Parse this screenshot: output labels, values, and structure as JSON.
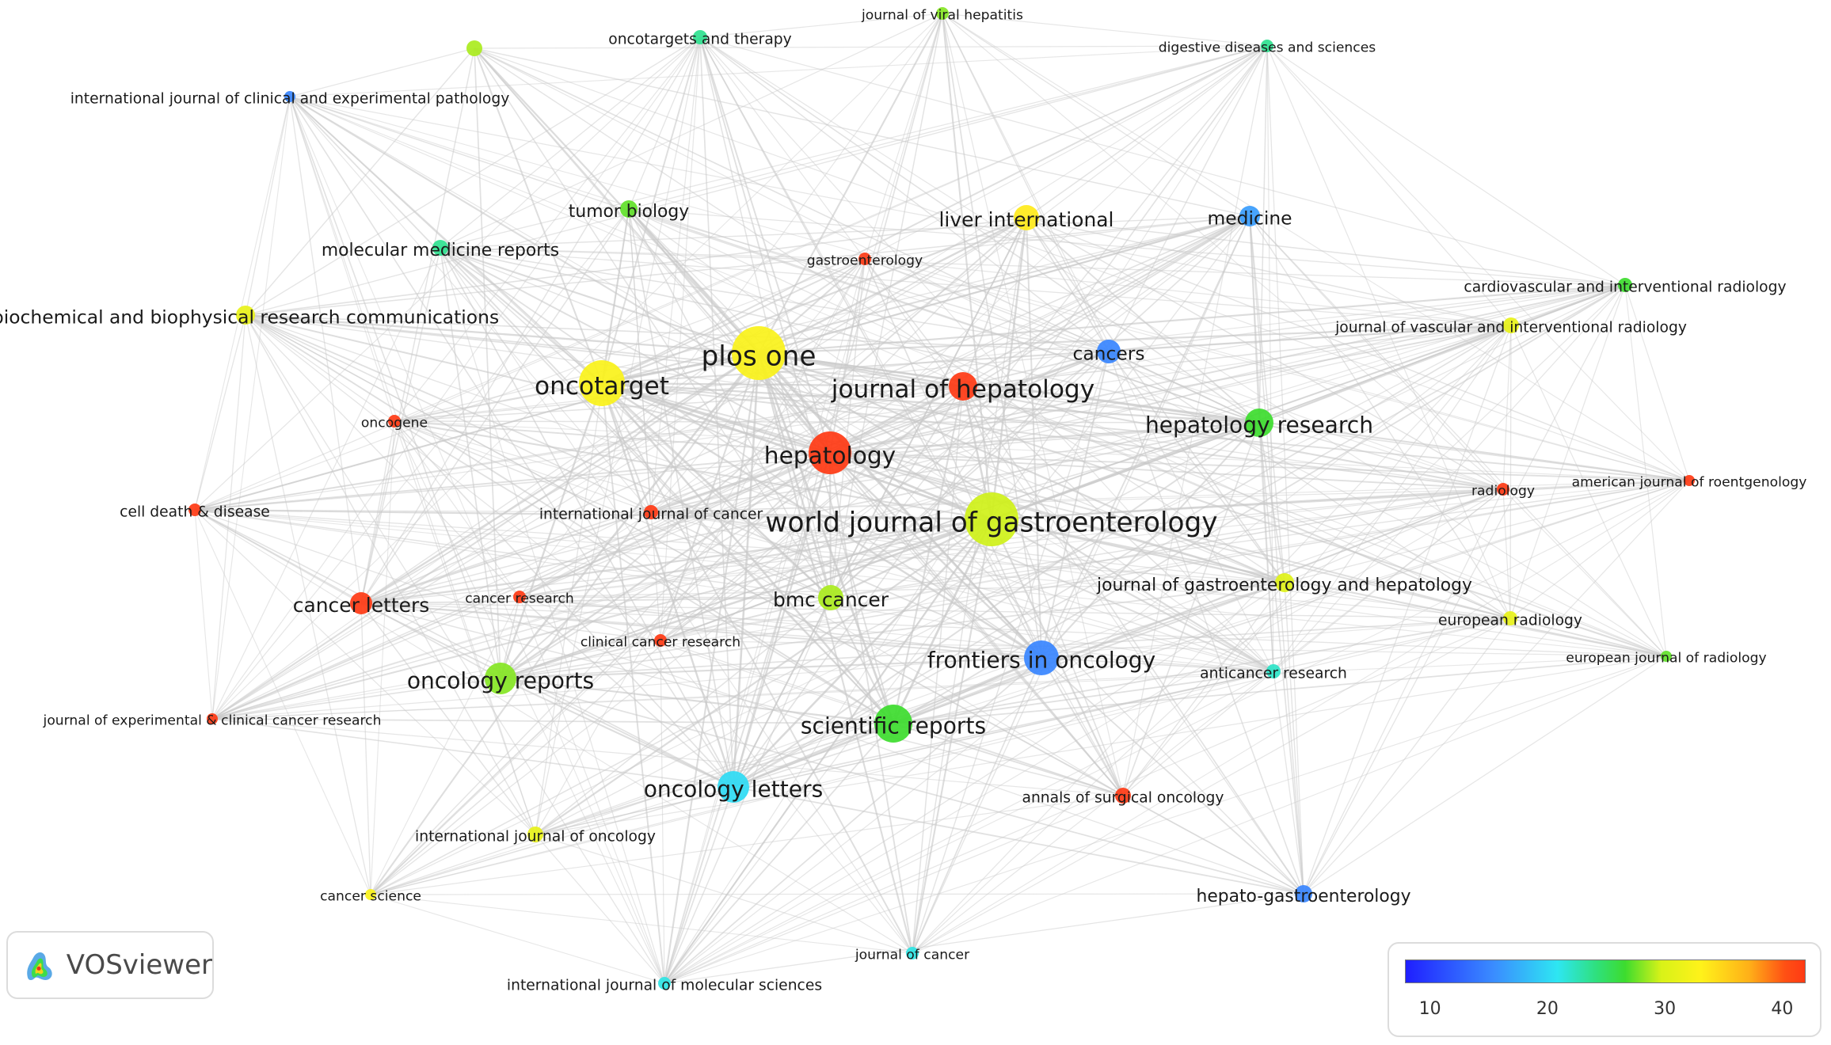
{
  "nodes": [
    {
      "id": "plos-one",
      "label": "plos one",
      "value": 33
    },
    {
      "id": "hepatology",
      "label": "hepatology",
      "value": 42
    },
    {
      "id": "world-journal-of-gastroenterology",
      "label": "world journal of gastroenterology",
      "value": 29
    },
    {
      "id": "oncotarget",
      "label": "oncotarget",
      "value": 33
    },
    {
      "id": "journal-of-hepatology",
      "label": "journal of hepatology",
      "value": 42
    },
    {
      "id": "hepatology-research",
      "label": "hepatology research",
      "value": 25
    },
    {
      "id": "frontiers-in-oncology",
      "label": "frontiers in oncology",
      "value": 12
    },
    {
      "id": "scientific-reports",
      "label": "scientific reports",
      "value": 25
    },
    {
      "id": "oncology-letters",
      "label": "oncology letters",
      "value": 16
    },
    {
      "id": "oncology-reports",
      "label": "oncology reports",
      "value": 27
    },
    {
      "id": "bmc-cancer",
      "label": "bmc cancer",
      "value": 28
    },
    {
      "id": "cancer-letters",
      "label": "cancer letters",
      "value": 42
    },
    {
      "id": "liver-international",
      "label": "liver international",
      "value": 34
    },
    {
      "id": "cancers",
      "label": "cancers",
      "value": 12
    },
    {
      "id": "medicine",
      "label": "medicine",
      "value": 13
    },
    {
      "id": "tumor-biology",
      "label": "tumor biology",
      "value": 26
    },
    {
      "id": "molecular-medicine-reports",
      "label": "molecular medicine reports",
      "value": 20
    },
    {
      "id": "biochemical-and-biophysical-research-communications",
      "label": "biochemical and biophysical research communications",
      "value": 31
    },
    {
      "id": "gastroenterology",
      "label": "gastroenterology",
      "value": 42
    },
    {
      "id": "oncogene",
      "label": "oncogene",
      "value": 42
    },
    {
      "id": "cell-death-and-disease",
      "label": "cell death & disease",
      "value": 42
    },
    {
      "id": "international-journal-of-cancer",
      "label": "international journal of cancer",
      "value": 42
    },
    {
      "id": "cancer-research",
      "label": "cancer research",
      "value": 42
    },
    {
      "id": "clinical-cancer-research",
      "label": "clinical cancer research",
      "value": 42
    },
    {
      "id": "journal-of-experimental-and-clinical-cancer-research",
      "label": "journal of experimental & clinical cancer research",
      "value": 42
    },
    {
      "id": "international-journal-of-oncology",
      "label": "international journal of oncology",
      "value": 31
    },
    {
      "id": "cancer-science",
      "label": "cancer science",
      "value": 33
    },
    {
      "id": "international-journal-of-molecular-sciences",
      "label": "international journal of molecular sciences",
      "value": 17
    },
    {
      "id": "journal-of-cancer",
      "label": "journal of cancer",
      "value": 17
    },
    {
      "id": "annals-of-surgical-oncology",
      "label": "annals of surgical oncology",
      "value": 42
    },
    {
      "id": "hepato-gastroenterology",
      "label": "hepato-gastroenterology",
      "value": 12
    },
    {
      "id": "anticancer-research",
      "label": "anticancer research",
      "value": 18
    },
    {
      "id": "journal-of-gastroenterology-and-hepatology",
      "label": "journal of gastroenterology and hepatology",
      "value": 30
    },
    {
      "id": "european-radiology",
      "label": "european radiology",
      "value": 31
    },
    {
      "id": "european-journal-of-radiology",
      "label": "european journal of radiology",
      "value": 26
    },
    {
      "id": "radiology",
      "label": "radiology",
      "value": 42
    },
    {
      "id": "american-journal-of-roentgenology",
      "label": "american journal of roentgenology",
      "value": 42
    },
    {
      "id": "journal-of-vascular-and-interventional-radiology",
      "label": "journal of vascular and interventional radiology",
      "value": 31
    },
    {
      "id": "cardiovascular-and-interventional-radiology",
      "label": "cardiovascular and interventional radiology",
      "value": 25
    },
    {
      "id": "digestive-diseases-and-sciences",
      "label": "digestive diseases and sciences",
      "value": 20
    },
    {
      "id": "journal-of-viral-hepatitis",
      "label": "journal of viral hepatitis",
      "value": 27
    },
    {
      "id": "oncotargets-and-therapy",
      "label": "oncotargets and therapy",
      "value": 20
    },
    {
      "id": "international-journal-of-clinical-and-experimental-pathology",
      "label": "international journal of clinical and experimental pathology",
      "value": 12
    },
    {
      "id": "unlabeled-green",
      "label": "",
      "value": 28
    }
  ],
  "colors": {
    "edge": "#c9c9c9",
    "scale": [
      "#1f1fff",
      "#3a8cff",
      "#2ee6f2",
      "#2fe07a",
      "#3ddc2e",
      "#d8f218",
      "#fff21a",
      "#ffb018",
      "#ff3a14"
    ]
  },
  "logo": {
    "text": "VOSviewer",
    "icon": "vosviewer-logo-icon"
  },
  "legend": {
    "min": 8,
    "max": 42,
    "ticks": [
      {
        "value": 10,
        "label": "10"
      },
      {
        "value": 20,
        "label": "20"
      },
      {
        "value": 30,
        "label": "30"
      },
      {
        "value": 40,
        "label": "40"
      }
    ]
  }
}
